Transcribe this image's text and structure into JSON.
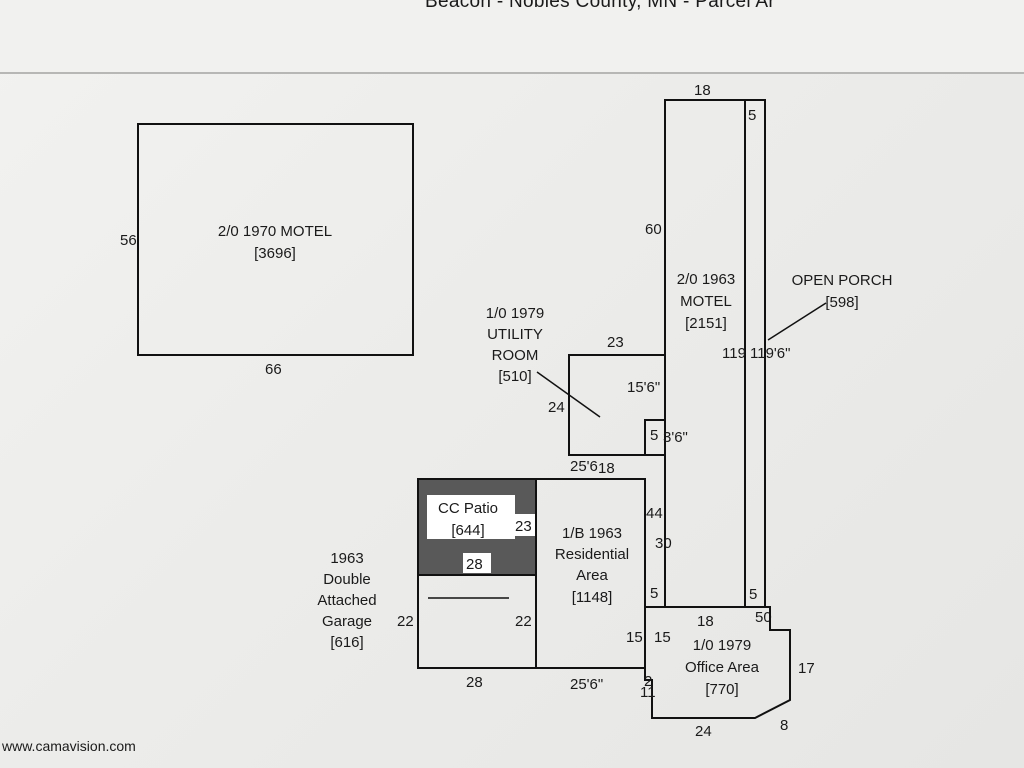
{
  "header": {
    "title": "Beacon - Nobles County, MN - Parcel Ar"
  },
  "footer": {
    "website": "www.camavision.com"
  },
  "colors": {
    "patio_fill": "#595959",
    "patio_label_bg": "#ffffff",
    "line": "#111111"
  },
  "areas": {
    "motel_1970": {
      "line1": "2/0 1970 MOTEL",
      "line2": "[3696]"
    },
    "motel_1963": {
      "line1": "2/0 1963",
      "line2": "MOTEL",
      "line3": "[2151]"
    },
    "open_porch": {
      "line1": "OPEN PORCH",
      "line2": "[598]"
    },
    "utility_room": {
      "line1": "1/0 1979",
      "line2": "UTILITY",
      "line3": "ROOM",
      "line4": "[510]"
    },
    "cc_patio": {
      "line1": "CC Patio",
      "line2": "[644]"
    },
    "residential": {
      "line1": "1/B 1963",
      "line2": "Residential",
      "line3": "Area",
      "line4": "[1148]"
    },
    "garage": {
      "line1": "1963",
      "line2": "Double",
      "line3": "Attached",
      "line4": "Garage",
      "line5": "[616]"
    },
    "office": {
      "line1": "1/0 1979",
      "line2": "Office Area",
      "line3": "[770]"
    }
  },
  "dimensions": {
    "motel1970_side": "56",
    "motel1970_bottom": "66",
    "motel1963_top": "18",
    "motel1963_side": "60",
    "porch_top": "5",
    "porch_119": "119",
    "porch_119_6": "119'6\"",
    "porch_bottom_5": "5",
    "porch_50": "50",
    "utility_top": "23",
    "utility_left": "24",
    "utility_15_6": "15'6\"",
    "utility_5": "5",
    "utility_3_6": "3'6\"",
    "utility_bottom": "25'6",
    "utility_18": "18",
    "res_44": "44",
    "res_30": "30",
    "res_5": "5",
    "patio_23": "23",
    "patio_28": "28",
    "garage_22_left": "22",
    "garage_22_right": "22",
    "garage_bottom": "28",
    "res_bottom": "25'6\"",
    "res_15": "15",
    "office_15": "15",
    "office_18": "18",
    "office_17": "17",
    "office_8": "8",
    "office_24": "24",
    "office_11": "11",
    "office_2": "2"
  }
}
